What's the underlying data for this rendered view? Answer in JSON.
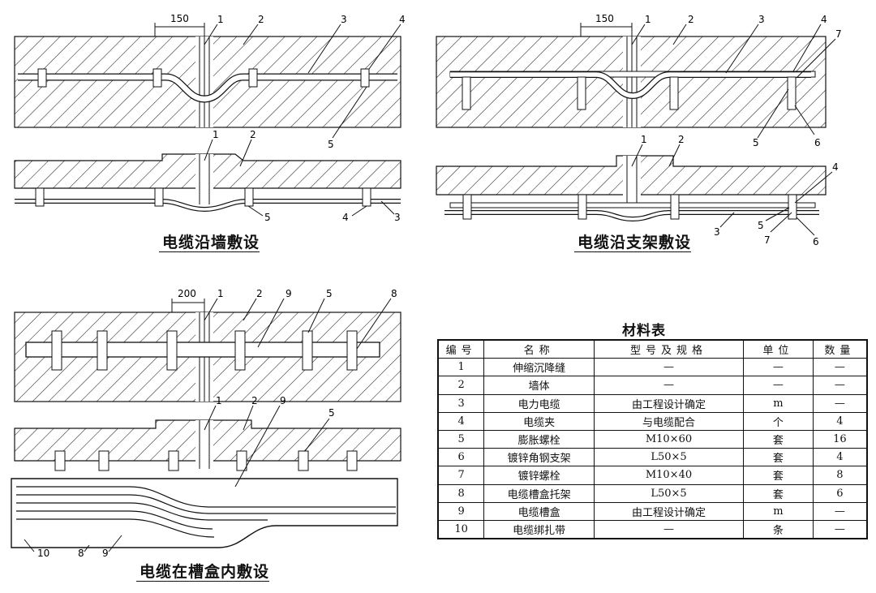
{
  "diagrams": {
    "wall": {
      "caption": "电缆沿墙敷设",
      "dimension": "150",
      "top_callouts": [
        "1",
        "2",
        "3",
        "4",
        "5"
      ],
      "bottom_callouts": [
        "1",
        "2",
        "5",
        "4",
        "3"
      ]
    },
    "bracket": {
      "caption": "电缆沿支架敷设",
      "dimension": "150",
      "top_callouts": [
        "1",
        "2",
        "3",
        "4",
        "7",
        "5",
        "6"
      ],
      "bottom_callouts": [
        "1",
        "2",
        "4",
        "3",
        "5",
        "7",
        "6"
      ]
    },
    "trough": {
      "caption": "电缆在槽盒内敷设",
      "dimension": "200",
      "top_callouts": [
        "1",
        "2",
        "9",
        "5",
        "8"
      ],
      "bottom_callouts": [
        "1",
        "2",
        "9",
        "5",
        "10",
        "8",
        "9"
      ]
    }
  },
  "material_table": {
    "title": "材料表",
    "headers": [
      "编号",
      "名称",
      "型号及规格",
      "单位",
      "数量"
    ],
    "rows": [
      [
        "1",
        "伸缩沉降缝",
        "—",
        "—",
        "—"
      ],
      [
        "2",
        "墙体",
        "—",
        "—",
        "—"
      ],
      [
        "3",
        "电力电缆",
        "由工程设计确定",
        "m",
        "—"
      ],
      [
        "4",
        "电缆夹",
        "与电缆配合",
        "个",
        "4"
      ],
      [
        "5",
        "膨胀螺栓",
        "M10×60",
        "套",
        "16"
      ],
      [
        "6",
        "镀锌角钢支架",
        "L50×5",
        "套",
        "4"
      ],
      [
        "7",
        "镀锌螺栓",
        "M10×40",
        "套",
        "8"
      ],
      [
        "8",
        "电缆槽盒托架",
        "L50×5",
        "套",
        "6"
      ],
      [
        "9",
        "电缆槽盒",
        "由工程设计确定",
        "m",
        "—"
      ],
      [
        "10",
        "电缆绑扎带",
        "—",
        "条",
        "—"
      ]
    ]
  }
}
